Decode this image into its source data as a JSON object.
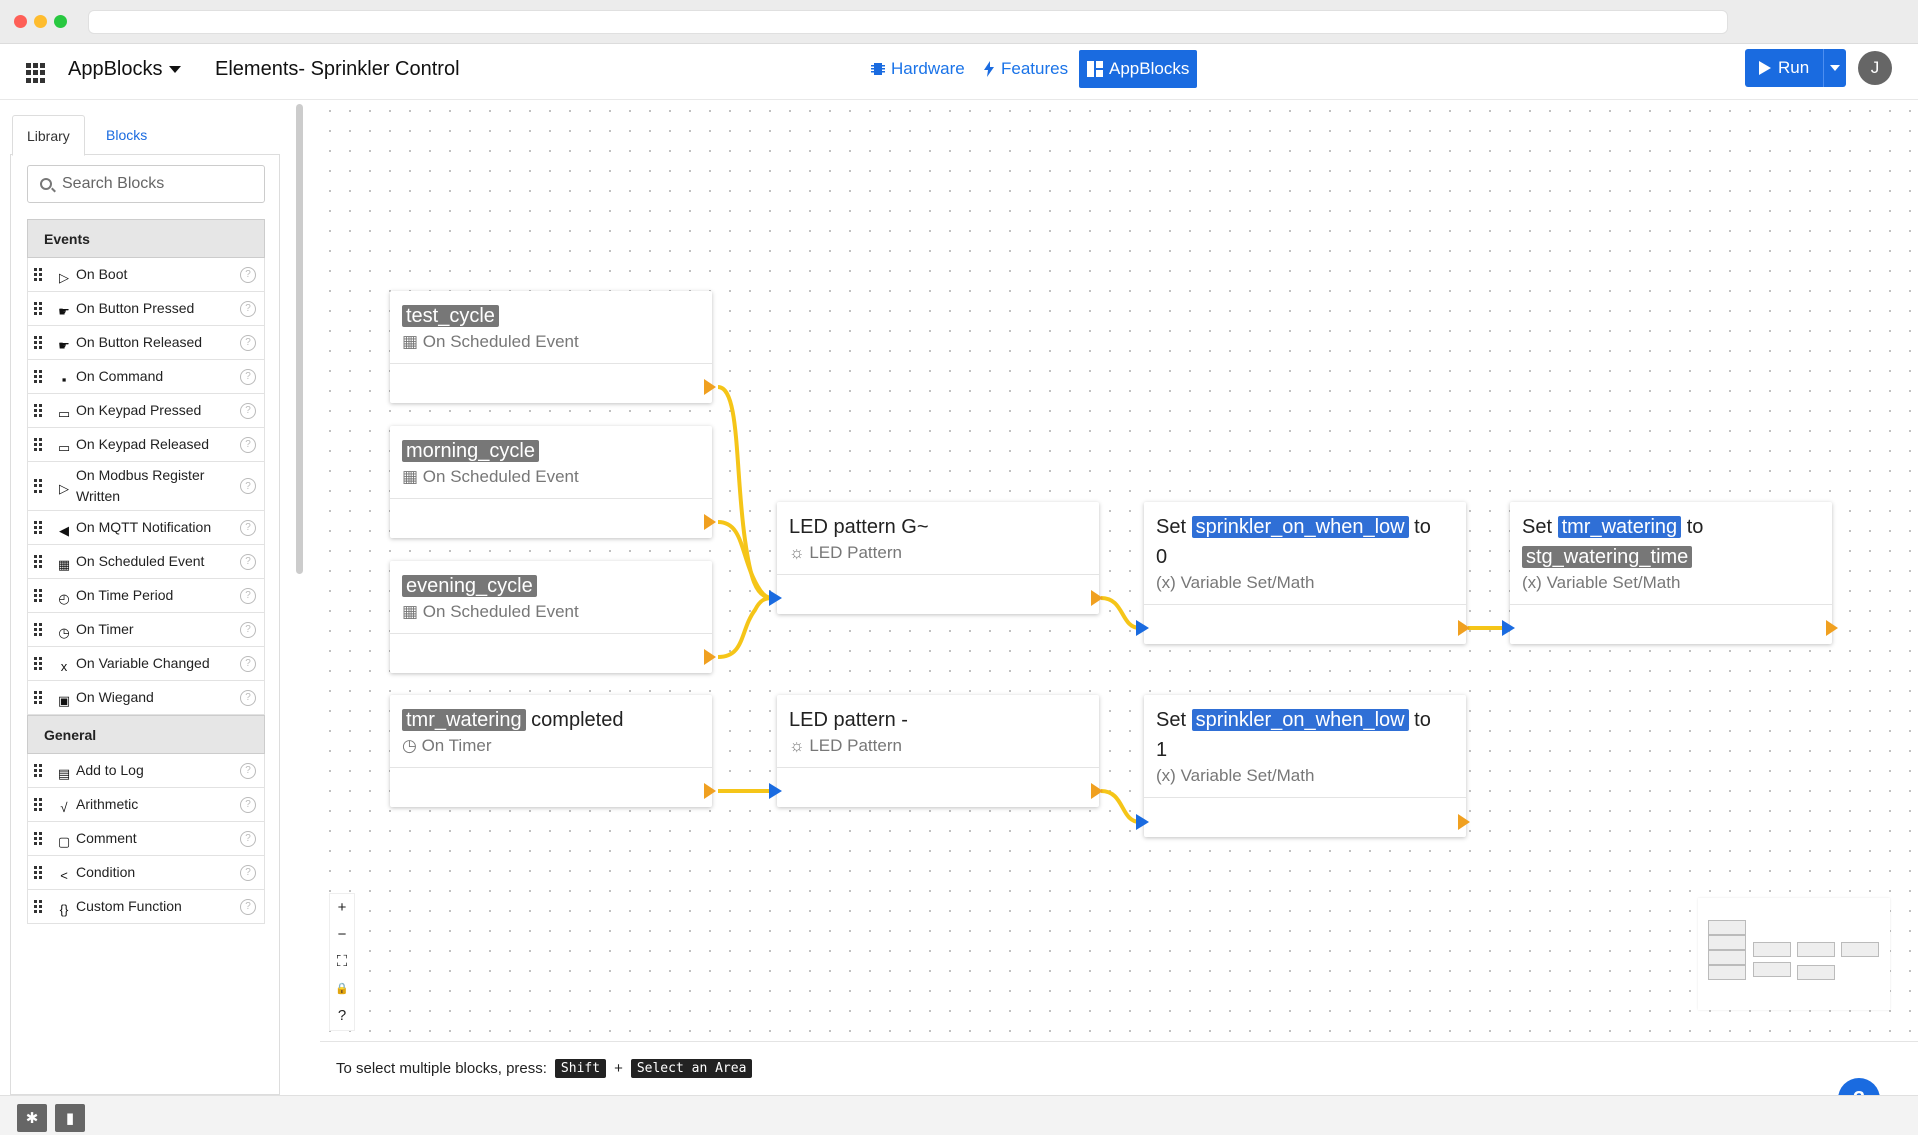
{
  "appbar": {
    "app_name": "AppBlocks",
    "document_title": "Elements- Sprinkler Control",
    "nav": [
      {
        "label": "Hardware",
        "icon": "chip-icon",
        "active": false
      },
      {
        "label": "Features",
        "icon": "bolt-icon",
        "active": false
      },
      {
        "label": "AppBlocks",
        "icon": "blocks-icon",
        "active": true
      }
    ],
    "run_label": "Run",
    "user_initial": "J"
  },
  "sidebar": {
    "tabs": [
      "Library",
      "Blocks"
    ],
    "search_placeholder": "Search Blocks",
    "sections": [
      {
        "title": "Events",
        "items": [
          {
            "label": "On Boot",
            "icon": "play-outline-icon"
          },
          {
            "label": "On Button Pressed",
            "icon": "hand-pointer-icon"
          },
          {
            "label": "On Button Released",
            "icon": "hand-pointer-icon"
          },
          {
            "label": "On Command",
            "icon": "terminal-icon"
          },
          {
            "label": "On Keypad Pressed",
            "icon": "keyboard-icon"
          },
          {
            "label": "On Keypad Released",
            "icon": "keyboard-icon"
          },
          {
            "label": "On Modbus Register Written",
            "icon": "play-outline-icon"
          },
          {
            "label": "On MQTT Notification",
            "icon": "megaphone-icon"
          },
          {
            "label": "On Scheduled Event",
            "icon": "calendar-icon"
          },
          {
            "label": "On Time Period",
            "icon": "clock-icon"
          },
          {
            "label": "On Timer",
            "icon": "timer-icon"
          },
          {
            "label": "On Variable Changed",
            "icon": "variable-icon"
          },
          {
            "label": "On Wiegand",
            "icon": "card-icon"
          }
        ]
      },
      {
        "title": "General",
        "items": [
          {
            "label": "Add to Log",
            "icon": "log-icon"
          },
          {
            "label": "Arithmetic",
            "icon": "sqrt-icon"
          },
          {
            "label": "Comment",
            "icon": "comment-icon"
          },
          {
            "label": "Condition",
            "icon": "branch-icon"
          },
          {
            "label": "Custom Function",
            "icon": "braces-icon"
          }
        ]
      }
    ]
  },
  "blocks": {
    "test_cycle": {
      "chip": "test_cycle",
      "type": "On Scheduled Event"
    },
    "morning_cycle": {
      "chip": "morning_cycle",
      "type": "On Scheduled Event"
    },
    "evening_cycle": {
      "chip": "evening_cycle",
      "type": "On Scheduled Event"
    },
    "timer_done": {
      "chip": "tmr_watering",
      "suffix": " completed",
      "type": "On Timer"
    },
    "led_g": {
      "title": "LED pattern G~",
      "type": "LED Pattern"
    },
    "led_off": {
      "title": "LED pattern -",
      "type": "LED Pattern"
    },
    "set_low_0": {
      "prefix": "Set ",
      "chip": "sprinkler_on_when_low",
      "mid": " to",
      "value": "0",
      "type": "Variable Set/Math"
    },
    "set_timer": {
      "prefix": "Set ",
      "chip": "tmr_watering",
      "mid": " to",
      "value_chip": "stg_watering_time",
      "type": "Variable Set/Math"
    },
    "set_low_1": {
      "prefix": "Set ",
      "chip": "sprinkler_on_when_low",
      "mid": " to",
      "value": "1",
      "type": "Variable Set/Math"
    }
  },
  "zoom_controls": [
    "+",
    "−",
    "⛶",
    "🔒",
    "?"
  ],
  "hint": {
    "text": "To select multiple blocks, press:",
    "key1": "Shift",
    "plus": "+",
    "key2": "Select an Area"
  },
  "colors": {
    "accent": "#1a6be0",
    "wire": "#f5c518",
    "output_port": "#f0a020",
    "chip_gray": "#777777",
    "chip_blue": "#2f6fd6"
  }
}
